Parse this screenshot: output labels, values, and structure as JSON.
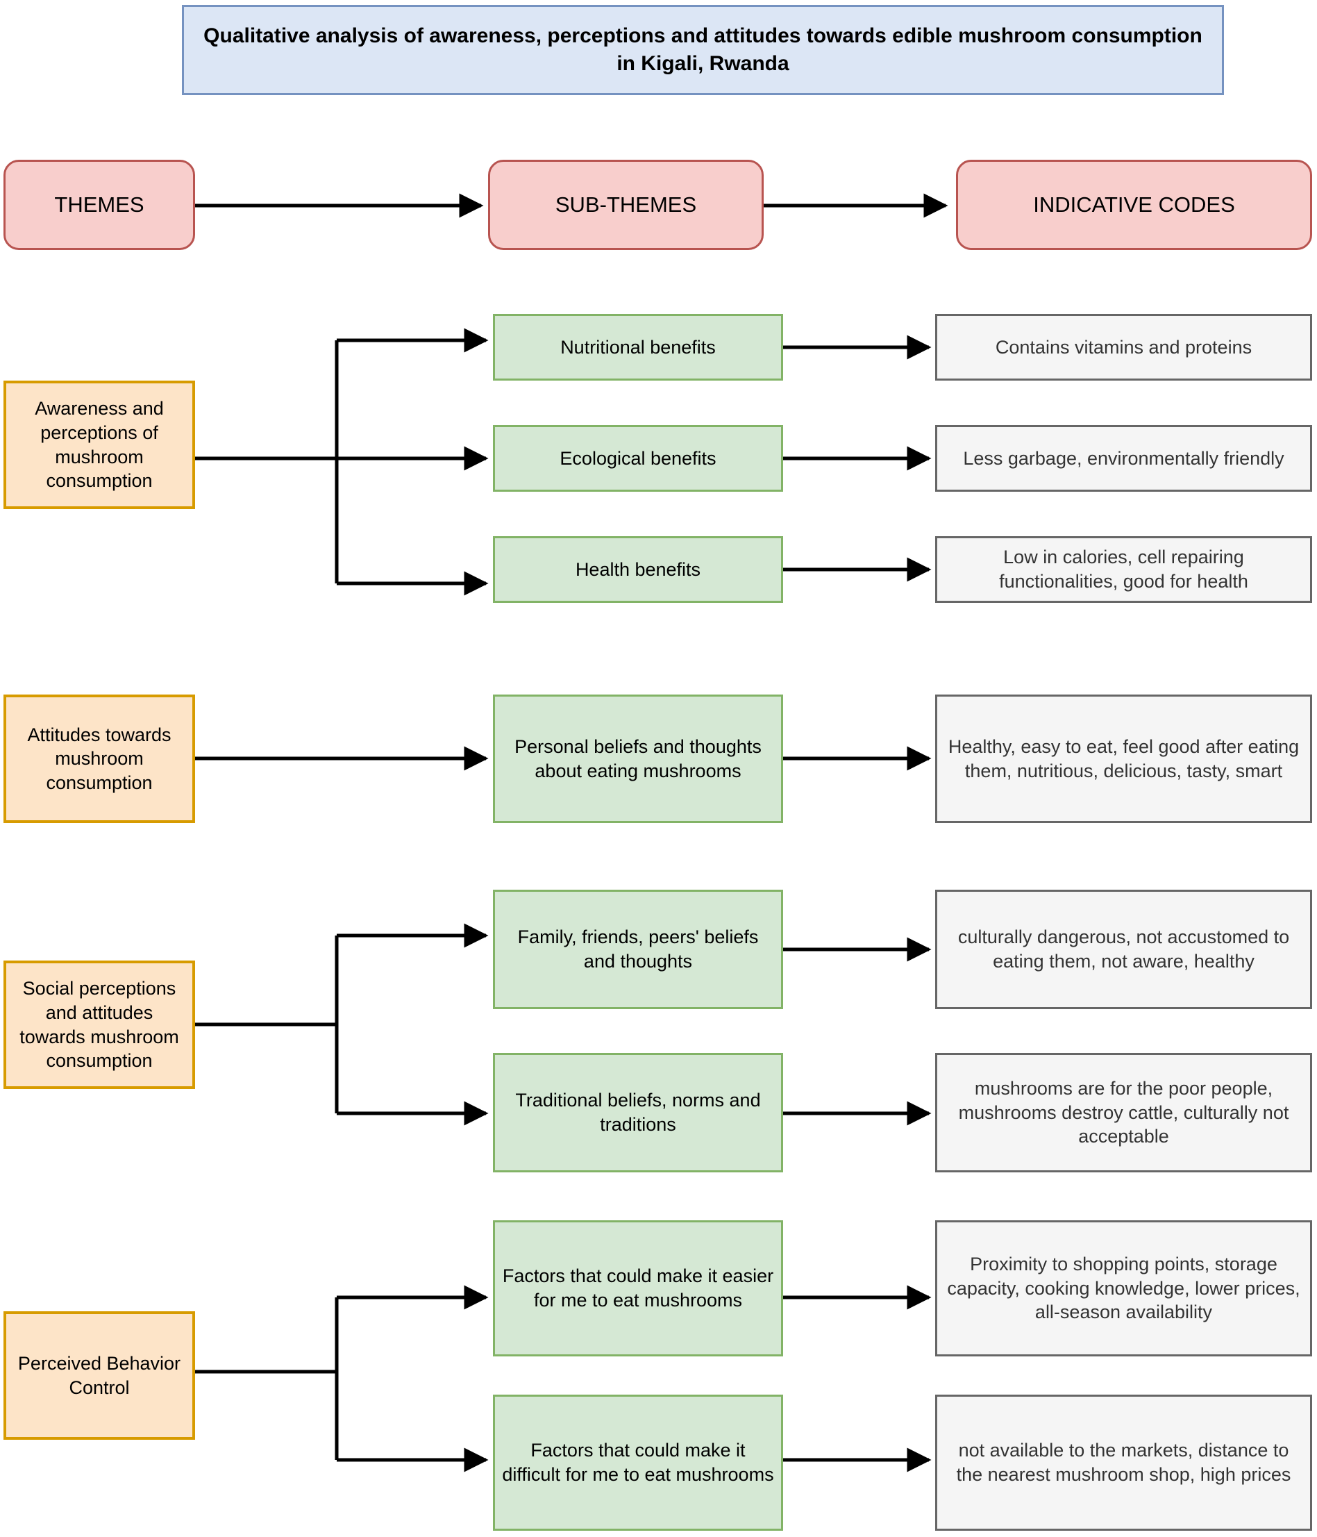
{
  "title": {
    "text": "Qualitative analysis of awareness, perceptions and attitudes towards edible mushroom consumption in Kigali, Rwanda",
    "fill_color": "#dce6f5",
    "border_color": "#7592c0"
  },
  "column_headers": [
    {
      "label": "THEMES",
      "fill_color": "#f8cecc",
      "border_color": "#b85450"
    },
    {
      "label": "SUB-THEMES",
      "fill_color": "#f8cecc",
      "border_color": "#b85450"
    },
    {
      "label": "INDICATIVE CODES",
      "fill_color": "#f8cecc",
      "border_color": "#b85450"
    }
  ],
  "palette": {
    "theme_fill": "#fde4c8",
    "theme_border": "#d79b00",
    "subtheme_fill": "#d5e8d4",
    "subtheme_border": "#82b366",
    "code_fill": "#f5f5f5",
    "code_border": "#666666",
    "connector": "#000000"
  },
  "groups": [
    {
      "theme": "Awareness and perceptions of mushroom consumption",
      "rows": [
        {
          "subtheme": "Nutritional benefits",
          "code": "Contains vitamins and proteins"
        },
        {
          "subtheme": "Ecological benefits",
          "code": "Less garbage, environmentally friendly"
        },
        {
          "subtheme": "Health benefits",
          "code": "Low in calories, cell repairing functionalities, good for health"
        }
      ]
    },
    {
      "theme": "Attitudes towards mushroom consumption",
      "rows": [
        {
          "subtheme": "Personal beliefs and thoughts about eating mushrooms",
          "code": "Healthy, easy to eat, feel good after eating them, nutritious, delicious, tasty, smart"
        }
      ]
    },
    {
      "theme": "Social perceptions and attitudes towards mushroom consumption",
      "rows": [
        {
          "subtheme": "Family, friends, peers' beliefs and thoughts",
          "code": "culturally dangerous, not accustomed to eating them, not aware, healthy"
        },
        {
          "subtheme": "Traditional beliefs, norms and traditions",
          "code": "mushrooms are for the poor people, mushrooms destroy cattle, culturally not acceptable"
        }
      ]
    },
    {
      "theme": "Perceived Behavior Control",
      "rows": [
        {
          "subtheme": "Factors that could make it easier for me to eat mushrooms",
          "code": "Proximity to shopping points, storage capacity, cooking knowledge, lower prices, all-season availability"
        },
        {
          "subtheme": "Factors that could make it difficult for me to eat mushrooms",
          "code": "not available to the markets, distance to the nearest mushroom shop, high prices"
        }
      ]
    }
  ]
}
